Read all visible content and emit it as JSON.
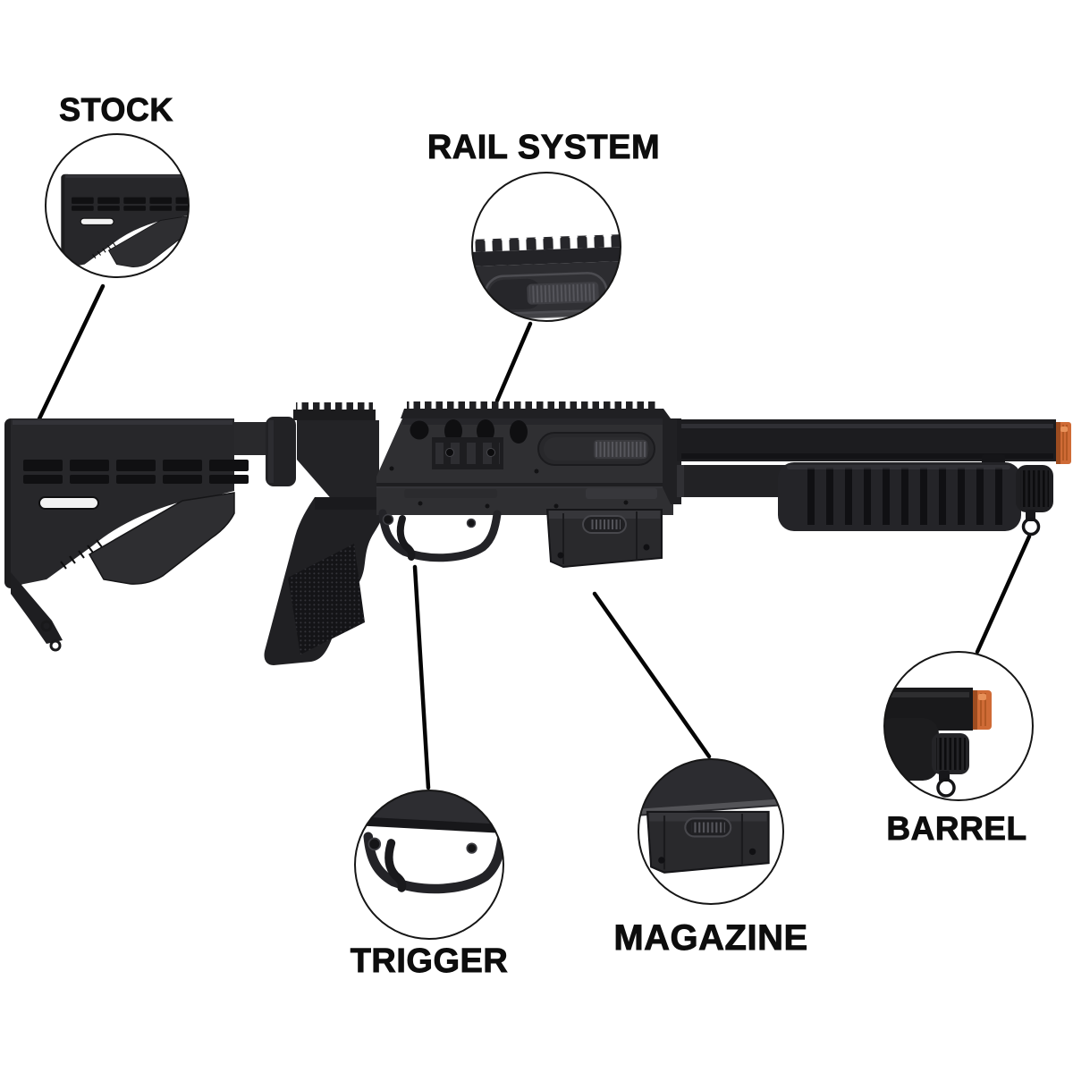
{
  "diagram": {
    "background_color": "#ffffff",
    "line_color": "#0a0a0a",
    "label_color": "#0d0d0d",
    "gun_primary_color": "#29292c",
    "muzzle_tip_color": "#cf6b36",
    "parts": [
      {
        "id": "stock",
        "label": "STOCK"
      },
      {
        "id": "rail_system",
        "label": "RAIL SYSTEM"
      },
      {
        "id": "trigger",
        "label": "TRIGGER"
      },
      {
        "id": "magazine",
        "label": "MAGAZINE"
      },
      {
        "id": "barrel",
        "label": "BARREL"
      }
    ]
  }
}
